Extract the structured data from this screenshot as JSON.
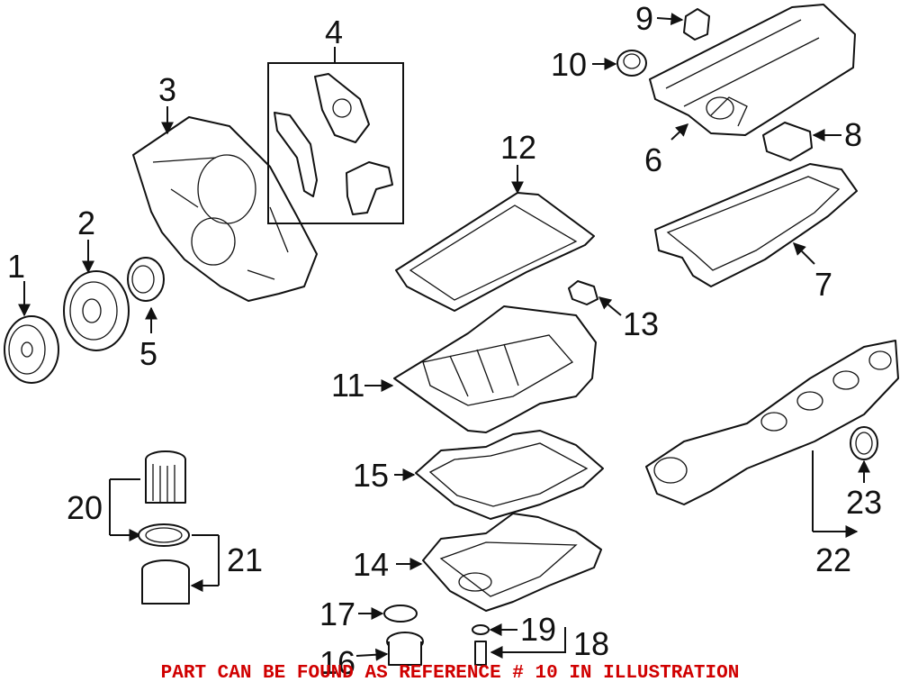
{
  "callouts": [
    {
      "id": "1",
      "label": "1"
    },
    {
      "id": "2",
      "label": "2"
    },
    {
      "id": "3",
      "label": "3"
    },
    {
      "id": "4",
      "label": "4"
    },
    {
      "id": "5",
      "label": "5"
    },
    {
      "id": "6",
      "label": "6"
    },
    {
      "id": "7",
      "label": "7"
    },
    {
      "id": "8",
      "label": "8"
    },
    {
      "id": "9",
      "label": "9"
    },
    {
      "id": "10",
      "label": "10"
    },
    {
      "id": "11",
      "label": "11"
    },
    {
      "id": "12",
      "label": "12"
    },
    {
      "id": "13",
      "label": "13"
    },
    {
      "id": "14",
      "label": "14"
    },
    {
      "id": "15",
      "label": "15"
    },
    {
      "id": "16",
      "label": "16"
    },
    {
      "id": "17",
      "label": "17"
    },
    {
      "id": "18",
      "label": "18"
    },
    {
      "id": "19",
      "label": "19"
    },
    {
      "id": "20",
      "label": "20"
    },
    {
      "id": "21",
      "label": "21"
    },
    {
      "id": "22",
      "label": "22"
    },
    {
      "id": "23",
      "label": "23"
    }
  ],
  "notice": "PART CAN BE FOUND AS REFERENCE # 10 IN ILLUSTRATION",
  "colors": {
    "notice": "#d00000",
    "lines": "#111111",
    "background": "#ffffff"
  }
}
